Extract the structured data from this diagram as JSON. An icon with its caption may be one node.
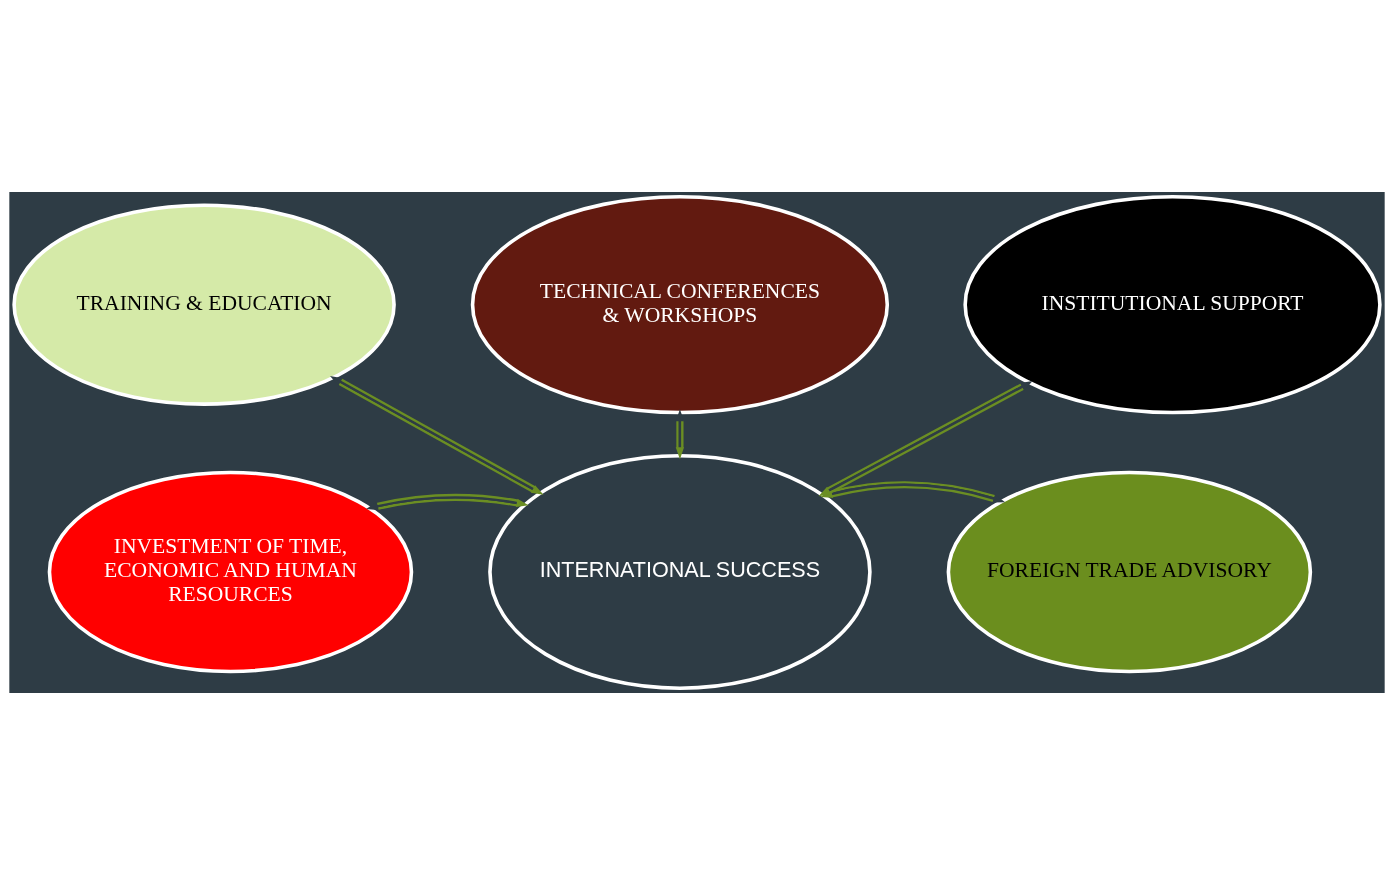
{
  "diagram": {
    "nodes": [
      {
        "text": [
          "TRAINING & EDUCATION"
        ]
      },
      {
        "text": [
          "INVESTMENT OF TIME, ECONOMIC AND HUMAN RESOURCES"
        ]
      },
      {
        "text": [
          "INTERNATIONAL SUCCESS"
        ]
      },
      {
        "text": [
          "FOREIGN TRADE ADVISORY"
        ]
      },
      {
        "text": [
          "TECHNICAL CONFERENCES & WORKSHOPS"
        ]
      },
      {
        "text": [
          "INSTITUTIONAL SUPPORT"
        ]
      }
    ],
    "edges": [
      {
        "from": 0,
        "to": 2,
        "arrow": "both"
      },
      {
        "from": 1,
        "to": 2,
        "arrow": "both"
      },
      {
        "from": 3,
        "to": 2,
        "arrow": "both"
      },
      {
        "from": 4,
        "to": 2,
        "arrow": "both"
      },
      {
        "from": 5,
        "to": 2,
        "arrow": "both"
      }
    ]
  }
}
